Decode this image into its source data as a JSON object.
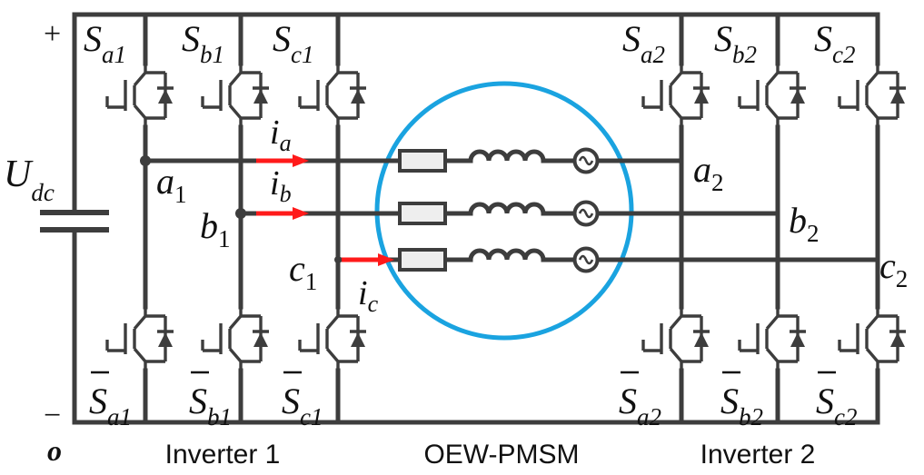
{
  "colors": {
    "wire": "#3d3d3d",
    "motor_circle": "#1aa3e0",
    "current_arrow": "#ff1a1a",
    "resistor_fill": "#eeeeee"
  },
  "symbols": {
    "plus": "+",
    "minus": "−",
    "origin": "o",
    "dc_voltage": {
      "main": "U",
      "sub": "dc"
    }
  },
  "switches": [
    {
      "id": "sa1",
      "main": "S",
      "sub": "a1"
    },
    {
      "id": "sb1",
      "main": "S",
      "sub": "b1"
    },
    {
      "id": "sc1",
      "main": "S",
      "sub": "c1"
    },
    {
      "id": "sa2",
      "main": "S",
      "sub": "a2"
    },
    {
      "id": "sb2",
      "main": "S",
      "sub": "b2"
    },
    {
      "id": "sc2",
      "main": "S",
      "sub": "c2"
    },
    {
      "id": "sa1n",
      "main": "S",
      "sub": "a1"
    },
    {
      "id": "sb1n",
      "main": "S",
      "sub": "b1"
    },
    {
      "id": "sc1n",
      "main": "S",
      "sub": "c1"
    },
    {
      "id": "sa2n",
      "main": "S",
      "sub": "a2"
    },
    {
      "id": "sb2n",
      "main": "S",
      "sub": "b2"
    },
    {
      "id": "sc2n",
      "main": "S",
      "sub": "c2"
    }
  ],
  "nodes": [
    {
      "id": "a1",
      "main": "a",
      "sub": "1"
    },
    {
      "id": "b1",
      "main": "b",
      "sub": "1"
    },
    {
      "id": "c1",
      "main": "c",
      "sub": "1"
    },
    {
      "id": "a2",
      "main": "a",
      "sub": "2"
    },
    {
      "id": "b2",
      "main": "b",
      "sub": "2"
    },
    {
      "id": "c2",
      "main": "c",
      "sub": "2"
    }
  ],
  "currents": [
    {
      "id": "ia",
      "main": "i",
      "sub": "a"
    },
    {
      "id": "ib",
      "main": "i",
      "sub": "b"
    },
    {
      "id": "ic",
      "main": "i",
      "sub": "c"
    }
  ],
  "block_labels": {
    "inverter1": "Inverter 1",
    "motor": "OEW-PMSM",
    "inverter2": "Inverter 2"
  }
}
